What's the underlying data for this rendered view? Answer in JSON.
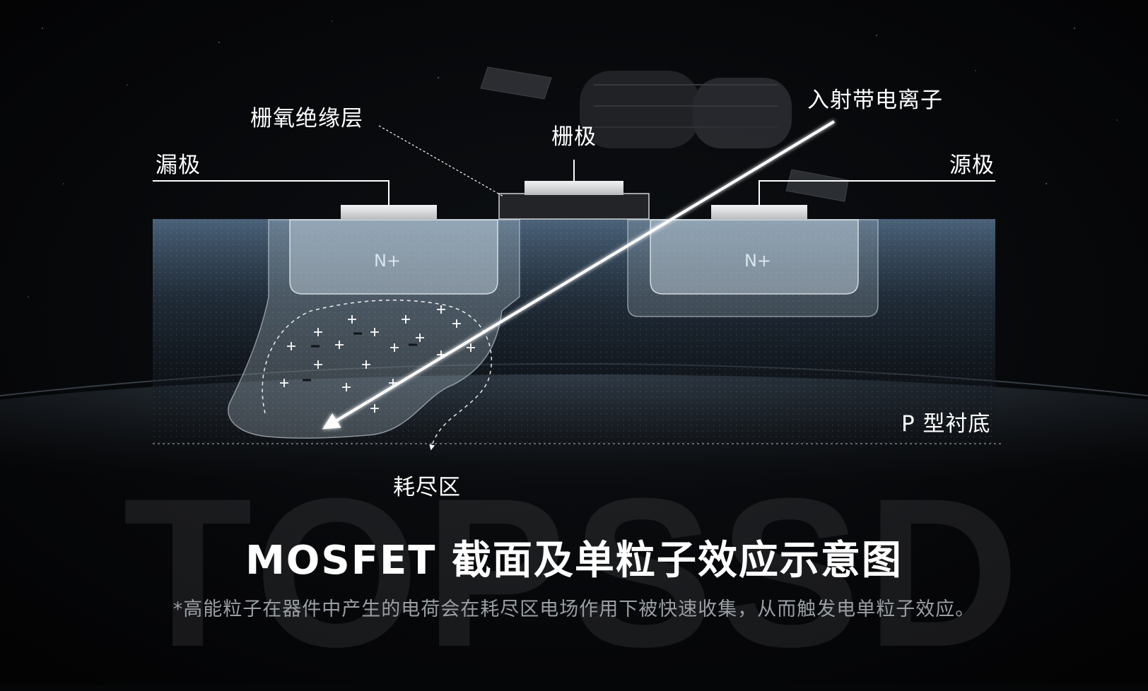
{
  "watermark": "TOPSSD",
  "labels": {
    "gate_oxide": "栅氧绝缘层",
    "gate": "栅极",
    "drain": "漏极",
    "source": "源极",
    "incident_particle": "入射带电离子",
    "n_plus_left": "N+",
    "n_plus_right": "N+",
    "substrate": "P 型衬底",
    "depletion": "耗尽区"
  },
  "title": "MOSFET 截面及单粒子效应示意图",
  "subtitle": "*高能粒子在器件中产生的电荷会在耗尽区电场作用下被快速收集，从而触发电单粒子效应。",
  "colors": {
    "background": "#050607",
    "substrate_glow": "#4f6b87",
    "electrode": "#d6d8da",
    "gate_oxide": "#222428",
    "n_region": "#9fb3c6",
    "particle_track": "#ffffff",
    "subtitle": "#9a9fa5"
  }
}
